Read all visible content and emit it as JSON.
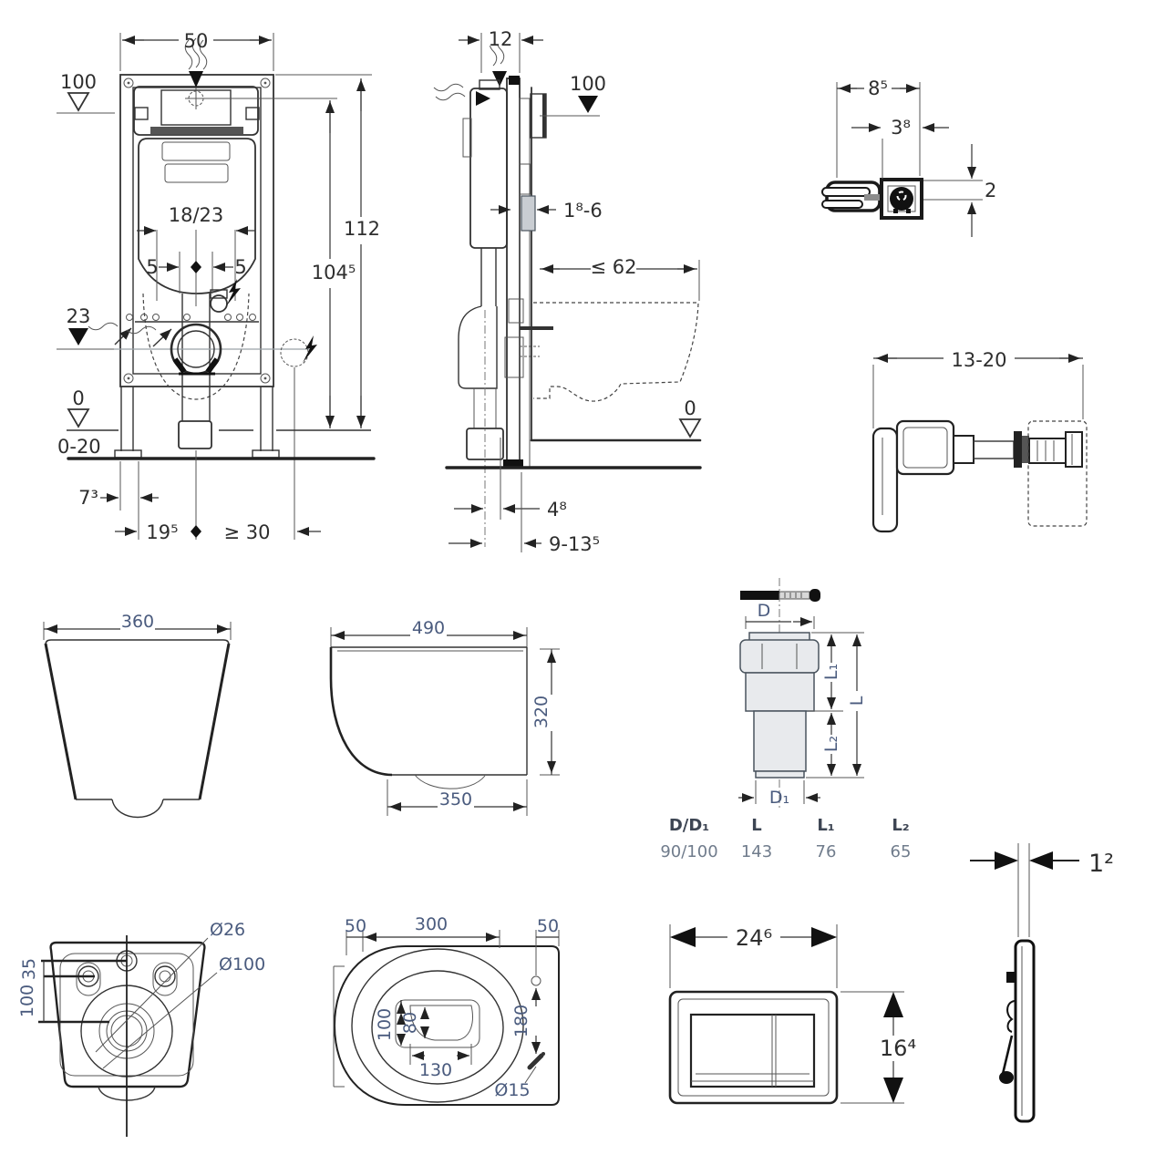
{
  "frame_front": {
    "width": "50",
    "level_top": "100",
    "height_total": "112",
    "height_actuation": "104⁵",
    "pipe_offset": "18/23",
    "offset_left": "5",
    "offset_right": "5",
    "level_mid": "23",
    "level_zero": "0",
    "floor_range": "0-20",
    "dim_front": "7³",
    "dim_center": "19⁵",
    "dim_clearance": "≥ 30"
  },
  "frame_side": {
    "depth": "12",
    "level_top": "100",
    "panel_range": "1⁸-6",
    "depth_max": "≤ 62",
    "level_zero": "0",
    "dim_pipe": "4⁸",
    "dim_outlet": "9-13⁵"
  },
  "bracket": {
    "width": "8⁵",
    "offset": "3⁸",
    "height": "2"
  },
  "anchor": {
    "range": "13-20"
  },
  "bowl_front": {
    "width": "360"
  },
  "bowl_side": {
    "depth": "490",
    "height": "320",
    "bottom_depth": "350"
  },
  "pipe_fitting": {
    "dia_top": "D",
    "len_upper": "L₁",
    "len_total": "L",
    "len_lower": "L₂",
    "dia_bottom": "D₁",
    "table": {
      "headers": [
        "D/D₁",
        "L",
        "L₁",
        "L₂"
      ],
      "values": [
        "90/100",
        "143",
        "76",
        "65"
      ]
    }
  },
  "bowl_rear": {
    "hole_dia": "Ø26",
    "outlet_dia": "Ø100",
    "dim_vertical": "100",
    "dim_top": "35"
  },
  "bowl_top": {
    "edge_left": "50",
    "center_span": "300",
    "edge_right": "50",
    "inner_height": "100",
    "inner_height2": "80",
    "inner_width": "130",
    "screw_offset": "180",
    "screw_dia": "Ø15"
  },
  "plate_front": {
    "width": "24⁶",
    "height": "16⁴"
  },
  "plate_side": {
    "thickness": "1²"
  }
}
